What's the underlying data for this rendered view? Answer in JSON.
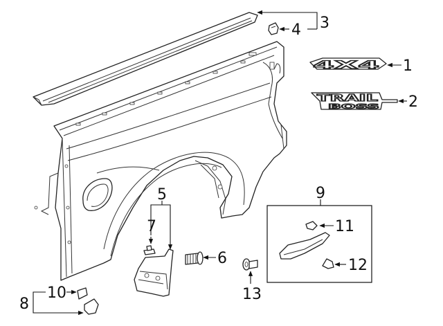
{
  "callouts": [
    {
      "id": "1",
      "label": "1"
    },
    {
      "id": "2",
      "label": "2"
    },
    {
      "id": "3",
      "label": "3"
    },
    {
      "id": "4",
      "label": "4"
    },
    {
      "id": "5",
      "label": "5"
    },
    {
      "id": "6",
      "label": "6"
    },
    {
      "id": "7",
      "label": "7"
    },
    {
      "id": "8",
      "label": "8"
    },
    {
      "id": "9",
      "label": "9"
    },
    {
      "id": "10",
      "label": "10"
    },
    {
      "id": "11",
      "label": "11"
    },
    {
      "id": "12",
      "label": "12"
    },
    {
      "id": "13",
      "label": "13"
    }
  ],
  "emblems": {
    "four_by_four": "4X4",
    "trail_line1": "TRAIL",
    "trail_line2": "BOSS"
  }
}
